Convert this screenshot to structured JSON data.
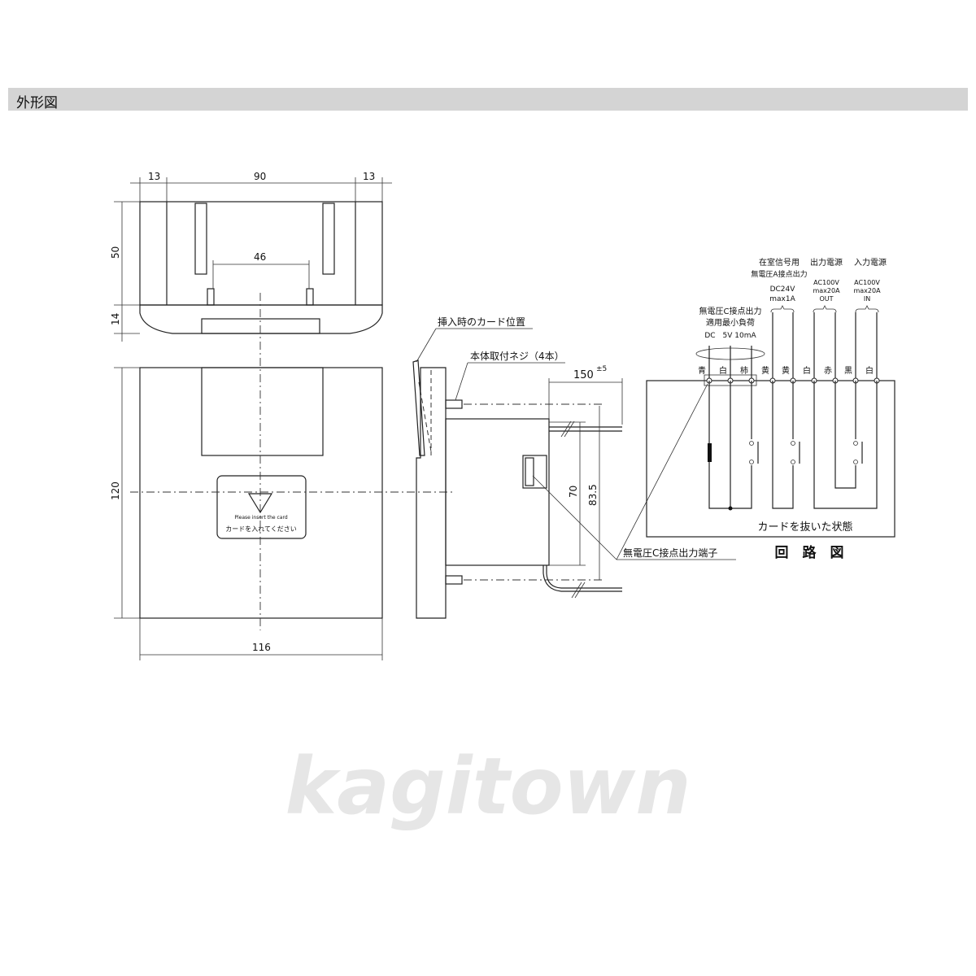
{
  "header": {
    "title": "外形図"
  },
  "top_view": {
    "dims": {
      "left": "13",
      "center": "90",
      "right": "13",
      "height": "50",
      "plate": "14",
      "screw_pitch": "46"
    }
  },
  "front_view": {
    "dims": {
      "height": "120",
      "width": "116"
    },
    "label_en": "Please insert the card",
    "label_jp": "カードを入れてください"
  },
  "side_view": {
    "card_position_label": "挿入時のカード位置",
    "screw_label": "本体取付ネジ（4本）",
    "wire_length": "150",
    "wire_tolerance": "±5",
    "dim_body": "70",
    "dim_screw": "83.5",
    "terminal_label": "無電圧C接点出力端子"
  },
  "circuit": {
    "title": "回　路　図",
    "state_label": "カードを抜いた状態",
    "groups": [
      {
        "lines": [
          "無電圧C接点出力",
          "適用最小負荷",
          "DC　5V 10mA"
        ]
      },
      {
        "lines": [
          "在室信号用",
          "無電圧A接点出力",
          "DC24V",
          "max1A"
        ]
      },
      {
        "lines": [
          "出力電源",
          "AC100V",
          "max20A",
          "OUT"
        ]
      },
      {
        "lines": [
          "入力電源",
          "AC100V",
          "max20A",
          "IN"
        ]
      }
    ],
    "wire_colors": [
      "青",
      "白",
      "柿",
      "黄",
      "黄",
      "白",
      "赤",
      "黒",
      "白"
    ]
  },
  "watermark": "kagitown"
}
